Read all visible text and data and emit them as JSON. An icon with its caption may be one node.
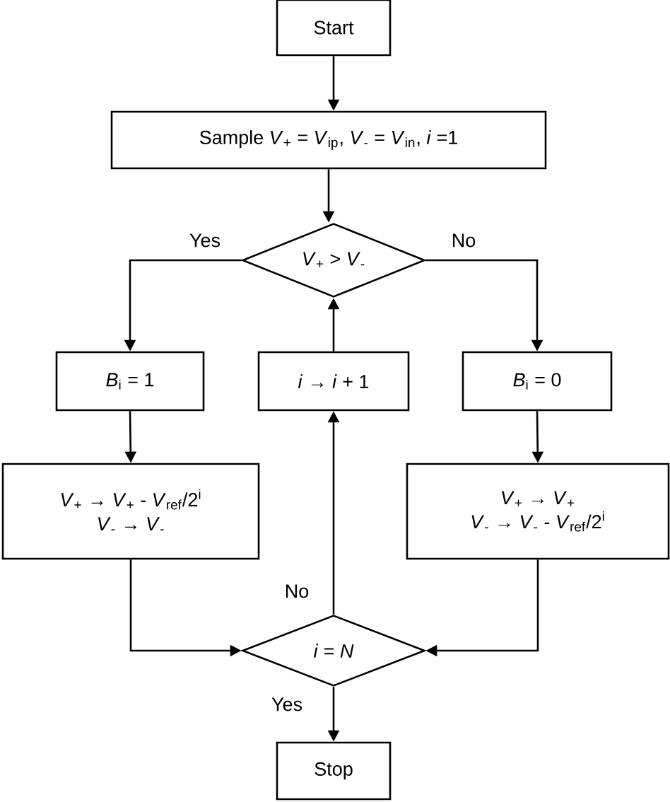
{
  "diagram": {
    "nodes": [
      {
        "text": [
          "Start"
        ]
      },
      {
        "text": [
          "Sample *V*$_{+}$ = *V*$_{ip}$, *V*$_{-}$ = *V*$_{in}$, *i* =1"
        ]
      },
      {
        "text": [
          "*V*$_{+}$ > *V*$_{-}$"
        ]
      },
      {
        "text": [
          "*B*$_{i}$ = 1"
        ]
      },
      {
        "text": [
          "*i* → *i* + 1"
        ]
      },
      {
        "text": [
          "*B*$_{i}$ = 0"
        ]
      },
      {
        "text": [
          "*V*$_{+}$ → *V*$_{+}$ - *V*$_{ref}$/2$^{i}$",
          "*V*$_{-}$ → *V*$_{-}$"
        ]
      },
      {
        "text": [
          "*V*$_{+}$ → *V*$_{+}$",
          "*V*$_{-}$ → *V*$_{-}$ - *V*$_{ref}$/2$^{i}$"
        ]
      },
      {
        "text": [
          "*i* = *N*"
        ]
      },
      {
        "text": [
          "Stop"
        ]
      }
    ],
    "edges": [
      {
        "from": 0,
        "to": 1,
        "arrow": "to"
      },
      {
        "from": 1,
        "to": 2,
        "arrow": "to"
      },
      {
        "from": 2,
        "to": 3,
        "arrow": "to",
        "label": "Yes"
      },
      {
        "from": 2,
        "to": 5,
        "arrow": "to",
        "label": "No"
      },
      {
        "from": 3,
        "to": 6,
        "arrow": "to"
      },
      {
        "from": 5,
        "to": 7,
        "arrow": "to"
      },
      {
        "from": 6,
        "to": 8,
        "arrow": "to"
      },
      {
        "from": 7,
        "to": 8,
        "arrow": "to"
      },
      {
        "from": 8,
        "to": 4,
        "arrow": "to",
        "label": "No"
      },
      {
        "from": 4,
        "to": 2,
        "arrow": "to"
      },
      {
        "from": 8,
        "to": 9,
        "arrow": "to",
        "label": "Yes"
      }
    ]
  }
}
